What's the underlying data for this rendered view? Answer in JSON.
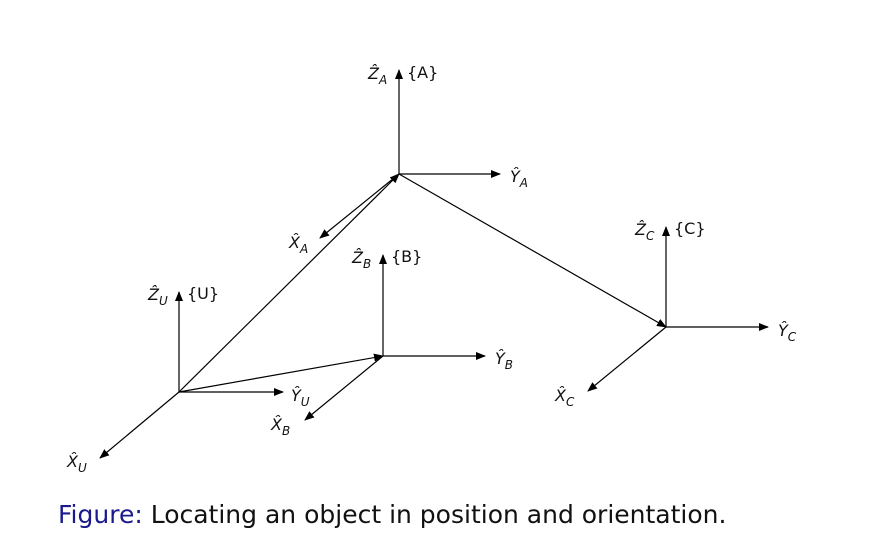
{
  "frames": [
    {
      "id": "U",
      "name": "{U}",
      "x": {
        "letter": "X̂",
        "sub": "U"
      },
      "y": {
        "letter": "Ŷ",
        "sub": "U"
      },
      "z": {
        "letter": "Ẑ",
        "sub": "U"
      }
    },
    {
      "id": "A",
      "name": "{A}",
      "x": {
        "letter": "X̂",
        "sub": "A"
      },
      "y": {
        "letter": "Ŷ",
        "sub": "A"
      },
      "z": {
        "letter": "Ẑ",
        "sub": "A"
      }
    },
    {
      "id": "B",
      "name": "{B}",
      "x": {
        "letter": "X̂",
        "sub": "B"
      },
      "y": {
        "letter": "Ŷ",
        "sub": "B"
      },
      "z": {
        "letter": "Ẑ",
        "sub": "B"
      }
    },
    {
      "id": "C",
      "name": "{C}",
      "x": {
        "letter": "X̂",
        "sub": "C"
      },
      "y": {
        "letter": "Ŷ",
        "sub": "C"
      },
      "z": {
        "letter": "Ẑ",
        "sub": "C"
      }
    }
  ],
  "vectors": [
    {
      "from": "U",
      "to": "A"
    },
    {
      "from": "U",
      "to": "B"
    },
    {
      "from": "A",
      "to": "C"
    }
  ],
  "caption": {
    "prefix": "Figure:",
    "text": " Locating an object in position and orientation."
  }
}
